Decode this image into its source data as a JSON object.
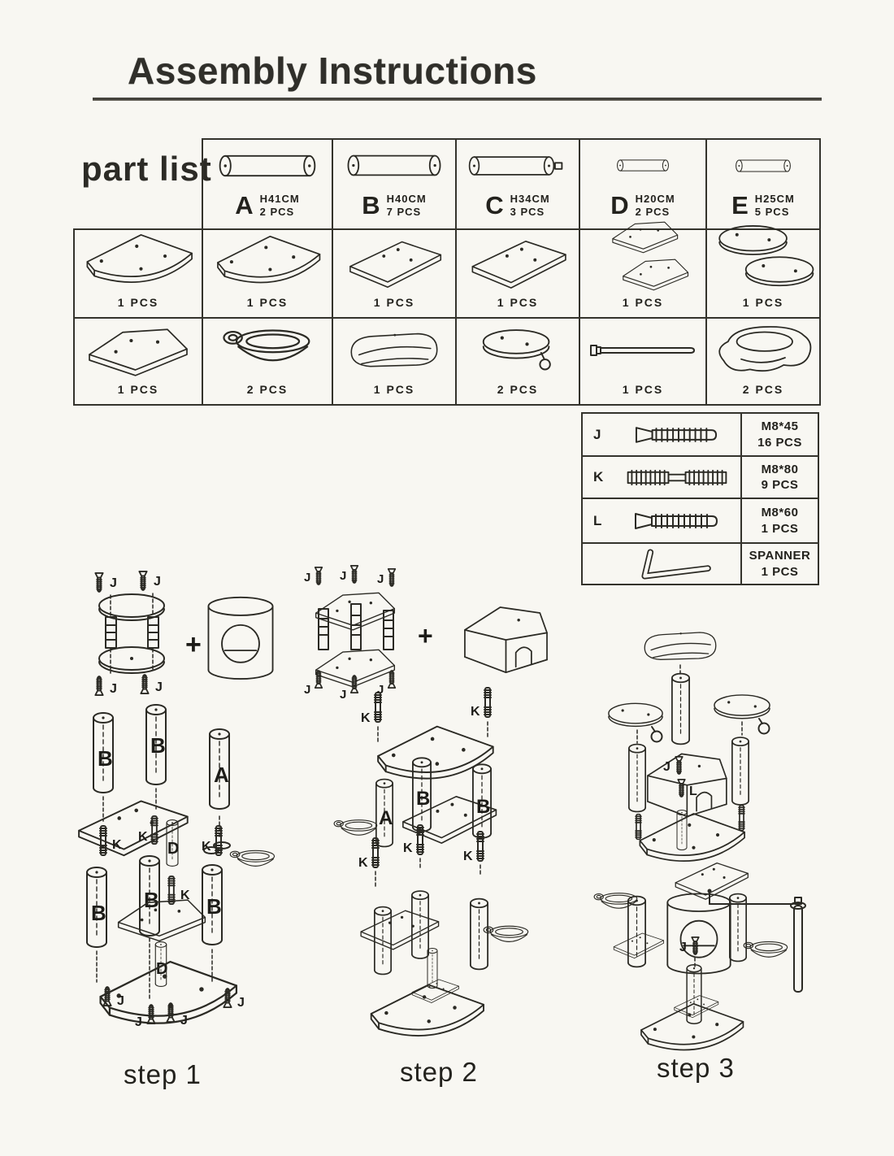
{
  "title": "Assembly Instructions",
  "part_list": {
    "label": "part list",
    "posts": [
      {
        "letter": "A",
        "height": "H41CM",
        "qty": "2 PCS"
      },
      {
        "letter": "B",
        "height": "H40CM",
        "qty": "7 PCS"
      },
      {
        "letter": "C",
        "height": "H34CM",
        "qty": "3 PCS"
      },
      {
        "letter": "D",
        "height": "H20CM",
        "qty": "2 PCS"
      },
      {
        "letter": "E",
        "height": "H25CM",
        "qty": "5 PCS"
      }
    ],
    "panels_row": [
      {
        "item": "curved-corner-panel",
        "qty": "1 PCS"
      },
      {
        "item": "curved-corner-panel",
        "qty": "1 PCS"
      },
      {
        "item": "rectangular-panel",
        "qty": "1 PCS"
      },
      {
        "item": "rectangular-panel-wide",
        "qty": "1 PCS"
      },
      {
        "item": "pentagon-panels-pair",
        "qty": "1 PCS"
      },
      {
        "item": "round-discs-pair",
        "qty": "1 PCS"
      }
    ],
    "accessories_row": [
      {
        "item": "pentagon-panel",
        "qty": "1 PCS"
      },
      {
        "item": "hanging-basket",
        "qty": "2 PCS"
      },
      {
        "item": "lounger-bed",
        "qty": "1 PCS"
      },
      {
        "item": "round-perch-with-ball",
        "qty": "2 PCS"
      },
      {
        "item": "long-bolt-rod",
        "qty": "1 PCS"
      },
      {
        "item": "cat-house-shell",
        "qty": "2 PCS"
      }
    ]
  },
  "hardware": [
    {
      "letter": "J",
      "spec": "M8*45",
      "qty": "16 PCS"
    },
    {
      "letter": "K",
      "spec": "M8*80",
      "qty": "9 PCS"
    },
    {
      "letter": "L",
      "spec": "M8*60",
      "qty": "1 PCS"
    },
    {
      "letter": "",
      "spec": "SPANNER",
      "qty": "1 PCS"
    }
  ],
  "steps": [
    {
      "label": "step 1"
    },
    {
      "label": "step 2"
    },
    {
      "label": "step 3"
    }
  ],
  "callouts": {
    "A": "A",
    "B": "B",
    "D": "D",
    "J": "J",
    "K": "K",
    "L": "L",
    "plus": "+"
  }
}
